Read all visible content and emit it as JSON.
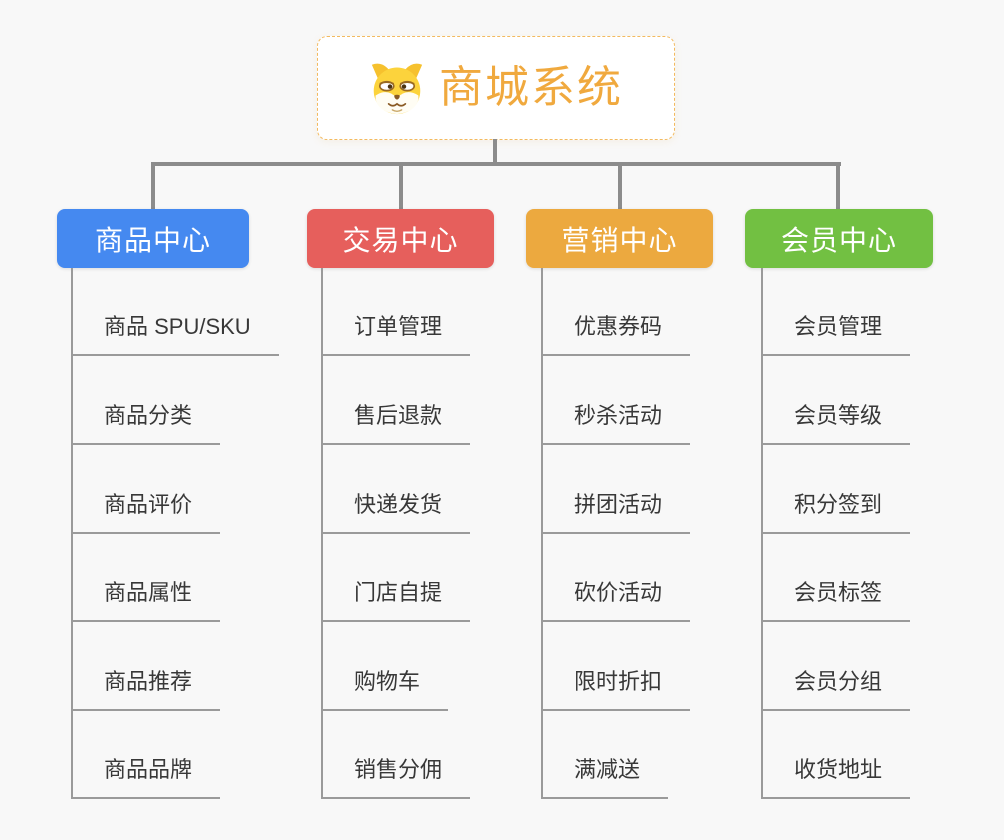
{
  "app": {
    "background": "#f8f8f8",
    "connector_color": "#8c8c8c",
    "child_line_color": "#9a9a9a"
  },
  "root": {
    "title": "商城系统",
    "icon": "dog-face-icon",
    "text_color": "#f0a93e",
    "border_color": "#f3ba5f"
  },
  "branches": [
    {
      "id": "products",
      "label": "商品中心",
      "color": "#4589f0",
      "items": [
        "商品 SPU/SKU",
        "商品分类",
        "商品评价",
        "商品属性",
        "商品推荐",
        "商品品牌"
      ]
    },
    {
      "id": "trade",
      "label": "交易中心",
      "color": "#e65f5c",
      "items": [
        "订单管理",
        "售后退款",
        "快递发货",
        "门店自提",
        "购物车",
        "销售分佣"
      ]
    },
    {
      "id": "marketing",
      "label": "营销中心",
      "color": "#eca93f",
      "items": [
        "优惠券码",
        "秒杀活动",
        "拼团活动",
        "砍价活动",
        "限时折扣",
        "满减送"
      ]
    },
    {
      "id": "members",
      "label": "会员中心",
      "color": "#72c042",
      "items": [
        "会员管理",
        "会员等级",
        "积分签到",
        "会员标签",
        "会员分组",
        "收货地址"
      ]
    }
  ]
}
